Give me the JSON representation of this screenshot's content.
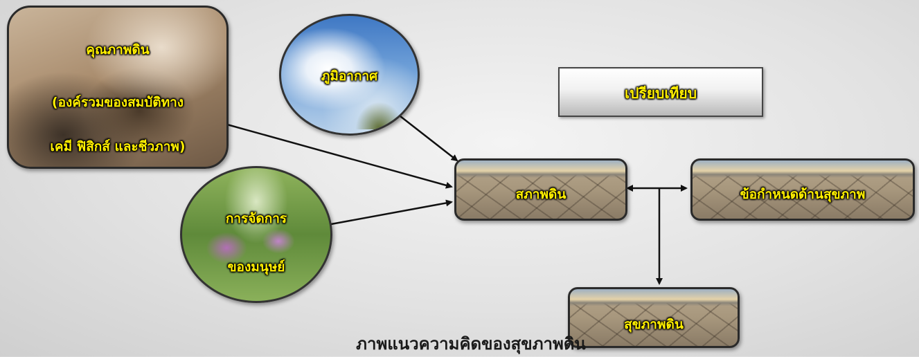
{
  "nodes": {
    "soil_quality": {
      "line1": "คุณภาพดิน",
      "line2": "(องค์รวมของสมบัติทาง",
      "line3": "เคมี ฟิสิกส์ และชีวภาพ)"
    },
    "climate": {
      "label": "ภูมิอากาศ"
    },
    "management": {
      "line1": "การจัดการ",
      "line2": "ของมนุษย์"
    },
    "soil_condition": {
      "label": "สภาพดิน"
    },
    "health_requirements": {
      "label": "ข้อกำหนดด้านสุขภาพ"
    },
    "soil_health": {
      "label": "สุขภาพดิน"
    },
    "compare": {
      "label": "เปรียบเทียบ"
    }
  },
  "caption": "ภาพแนวความคิดของสุขภาพดิน",
  "colors": {
    "label_text": "#ffef00",
    "arrow": "#111111"
  }
}
